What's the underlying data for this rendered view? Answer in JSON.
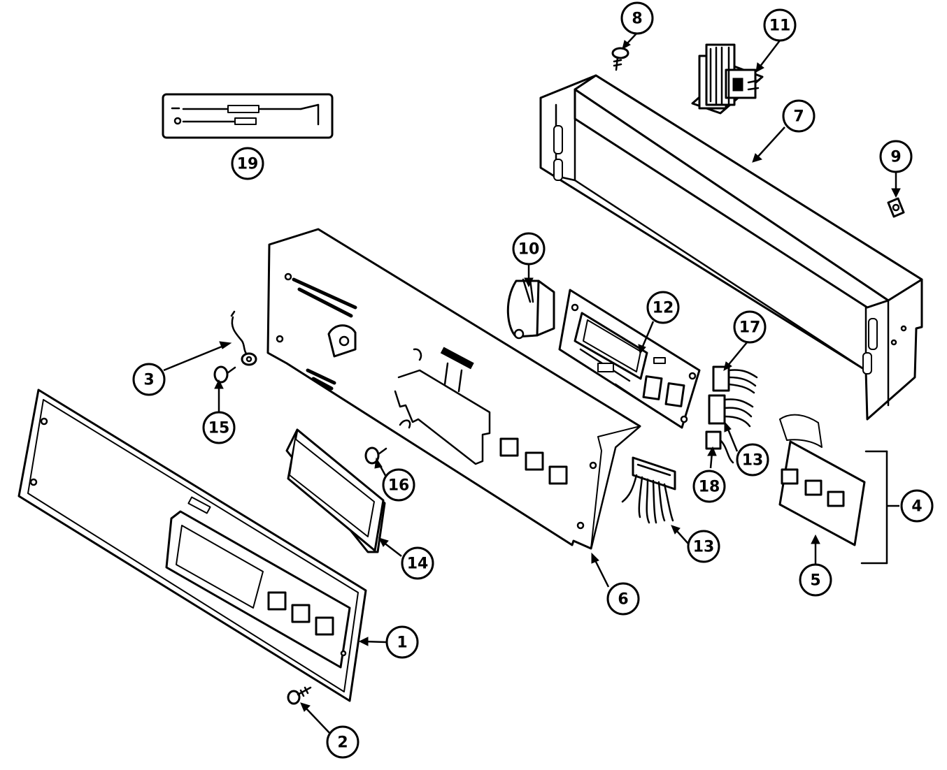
{
  "callouts": [
    {
      "id": "1",
      "label": "1"
    },
    {
      "id": "2",
      "label": "2"
    },
    {
      "id": "3",
      "label": "3"
    },
    {
      "id": "4",
      "label": "4"
    },
    {
      "id": "5",
      "label": "5"
    },
    {
      "id": "6",
      "label": "6"
    },
    {
      "id": "7",
      "label": "7"
    },
    {
      "id": "8",
      "label": "8"
    },
    {
      "id": "9",
      "label": "9"
    },
    {
      "id": "10",
      "label": "10"
    },
    {
      "id": "11",
      "label": "11"
    },
    {
      "id": "12",
      "label": "12"
    },
    {
      "id": "13a",
      "label": "13"
    },
    {
      "id": "13b",
      "label": "13"
    },
    {
      "id": "14",
      "label": "14"
    },
    {
      "id": "15",
      "label": "15"
    },
    {
      "id": "16",
      "label": "16"
    },
    {
      "id": "17",
      "label": "17"
    },
    {
      "id": "18",
      "label": "18"
    },
    {
      "id": "19",
      "label": "19"
    }
  ]
}
